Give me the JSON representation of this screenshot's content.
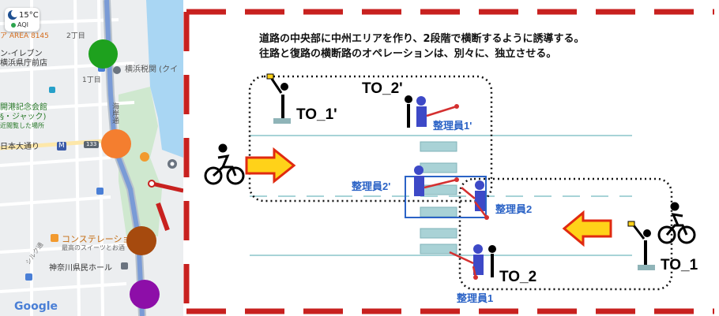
{
  "map": {
    "weather": {
      "temperature": "15°C",
      "aqi_label": "AQI"
    },
    "labels": {
      "area_top": "ア AREA 8145",
      "chome2": "2丁目",
      "seven_eleven": "ン-イレブン",
      "yokohama_pref": "横浜県庁前店",
      "chome1": "1丁目",
      "customs": "横浜税関 (クイ",
      "kaiko1": "開港記念会館",
      "kaiko2": "§・ジャック)",
      "kaiko3": "近閲覧した場所",
      "nihon_odori": "日本大通り",
      "station_icon": "M",
      "route_no": "133",
      "kaigan": "海岸通",
      "constellation": "コンステレーショ",
      "sweets": "最高のスイーツとお酒",
      "silk": "シルク通",
      "kanagawa_hall": "神奈川県民ホール",
      "google": "Google"
    },
    "markers": [
      {
        "name": "green-marker",
        "color": "#1ea11e"
      },
      {
        "name": "orange-marker",
        "color": "#f47e2f"
      },
      {
        "name": "brown-marker",
        "color": "#a64a0e"
      },
      {
        "name": "purple-marker",
        "color": "#8d0ea8"
      }
    ]
  },
  "diagram": {
    "title_line1": "道路の中央部に中州エリアを作り、2段階で横断するように誘導する。",
    "title_line2": "往路と復路の横断路のオペレーションは、別々に、独立させる。",
    "labels": {
      "to_2_prime": "TO_2'",
      "to_1_prime": "TO_1'",
      "to_1": "TO_1",
      "to_2": "TO_2",
      "seiriin_1_prime": "整理員1'",
      "seiriin_2_prime": "整理員2'",
      "seiriin_2": "整理員2",
      "seiriin_1": "整理員1"
    },
    "colors": {
      "frame": "#c8211f",
      "staff_blue": "#3d49c7",
      "arrow_fill": "#ffd219",
      "arrow_outline": "#e02a10",
      "crosswalk": "#9fc9cd"
    }
  }
}
